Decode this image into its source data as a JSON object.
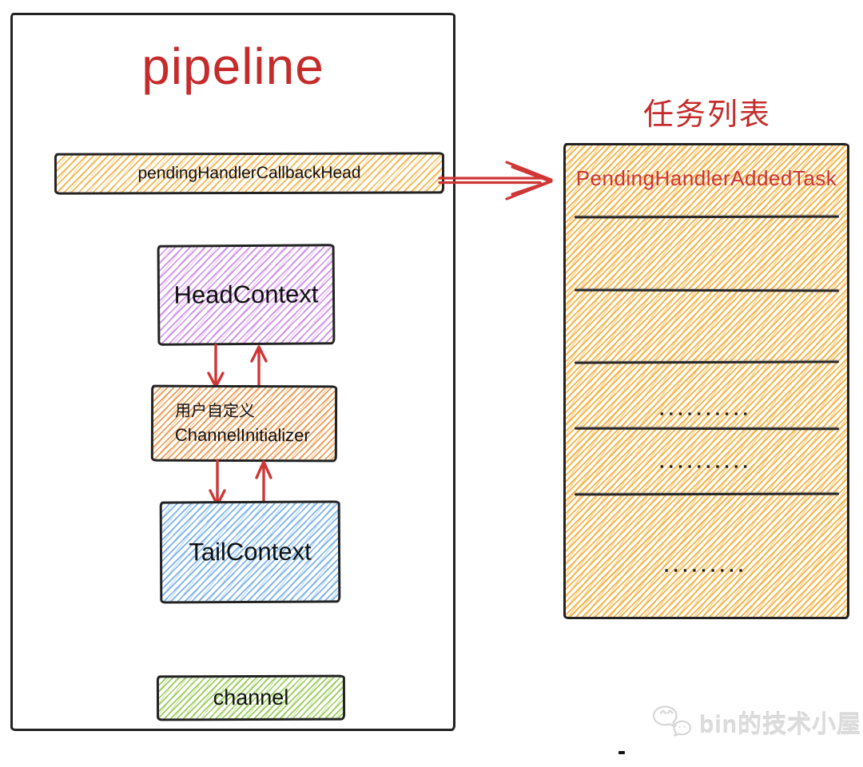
{
  "pipeline": {
    "title": "pipeline",
    "pending_bar_label": "pendingHandlerCallbackHead",
    "head_label": "HeadContext",
    "initializer_line1": "用户自定义",
    "initializer_line2": "ChannelInitializer",
    "tail_label": "TailContext",
    "channel_label": "channel"
  },
  "task_list": {
    "title": "任务列表",
    "first_task_label": "PendingHandlerAddedTask",
    "dots_row_1": "▪▪▪▪▪▪▪▪▪▪",
    "dots_row_2": "▪▪▪▪▪▪▪▪▪▪",
    "dots_row_3": "▪▪▪▪▪▪▪▪▪"
  },
  "watermark": {
    "label": "bin的技术小屋"
  },
  "icons": {
    "watermark_icon": "wechat-chat-bubbles",
    "flow_arrow_icon": "red-double-line-arrow-right",
    "node_link_arrows_icon": "red-up-down-open-arrows"
  },
  "colors": {
    "title_red": "#c62b2b",
    "task_text_red": "#cd3434",
    "arrow_red": "#cf3636",
    "hatch_yellow": "#f4b03e",
    "hatch_purple": "#c775e5",
    "hatch_orange": "#eb9444",
    "hatch_blue": "#6eace8",
    "hatch_green": "#94c950",
    "border_black": "#222222"
  }
}
